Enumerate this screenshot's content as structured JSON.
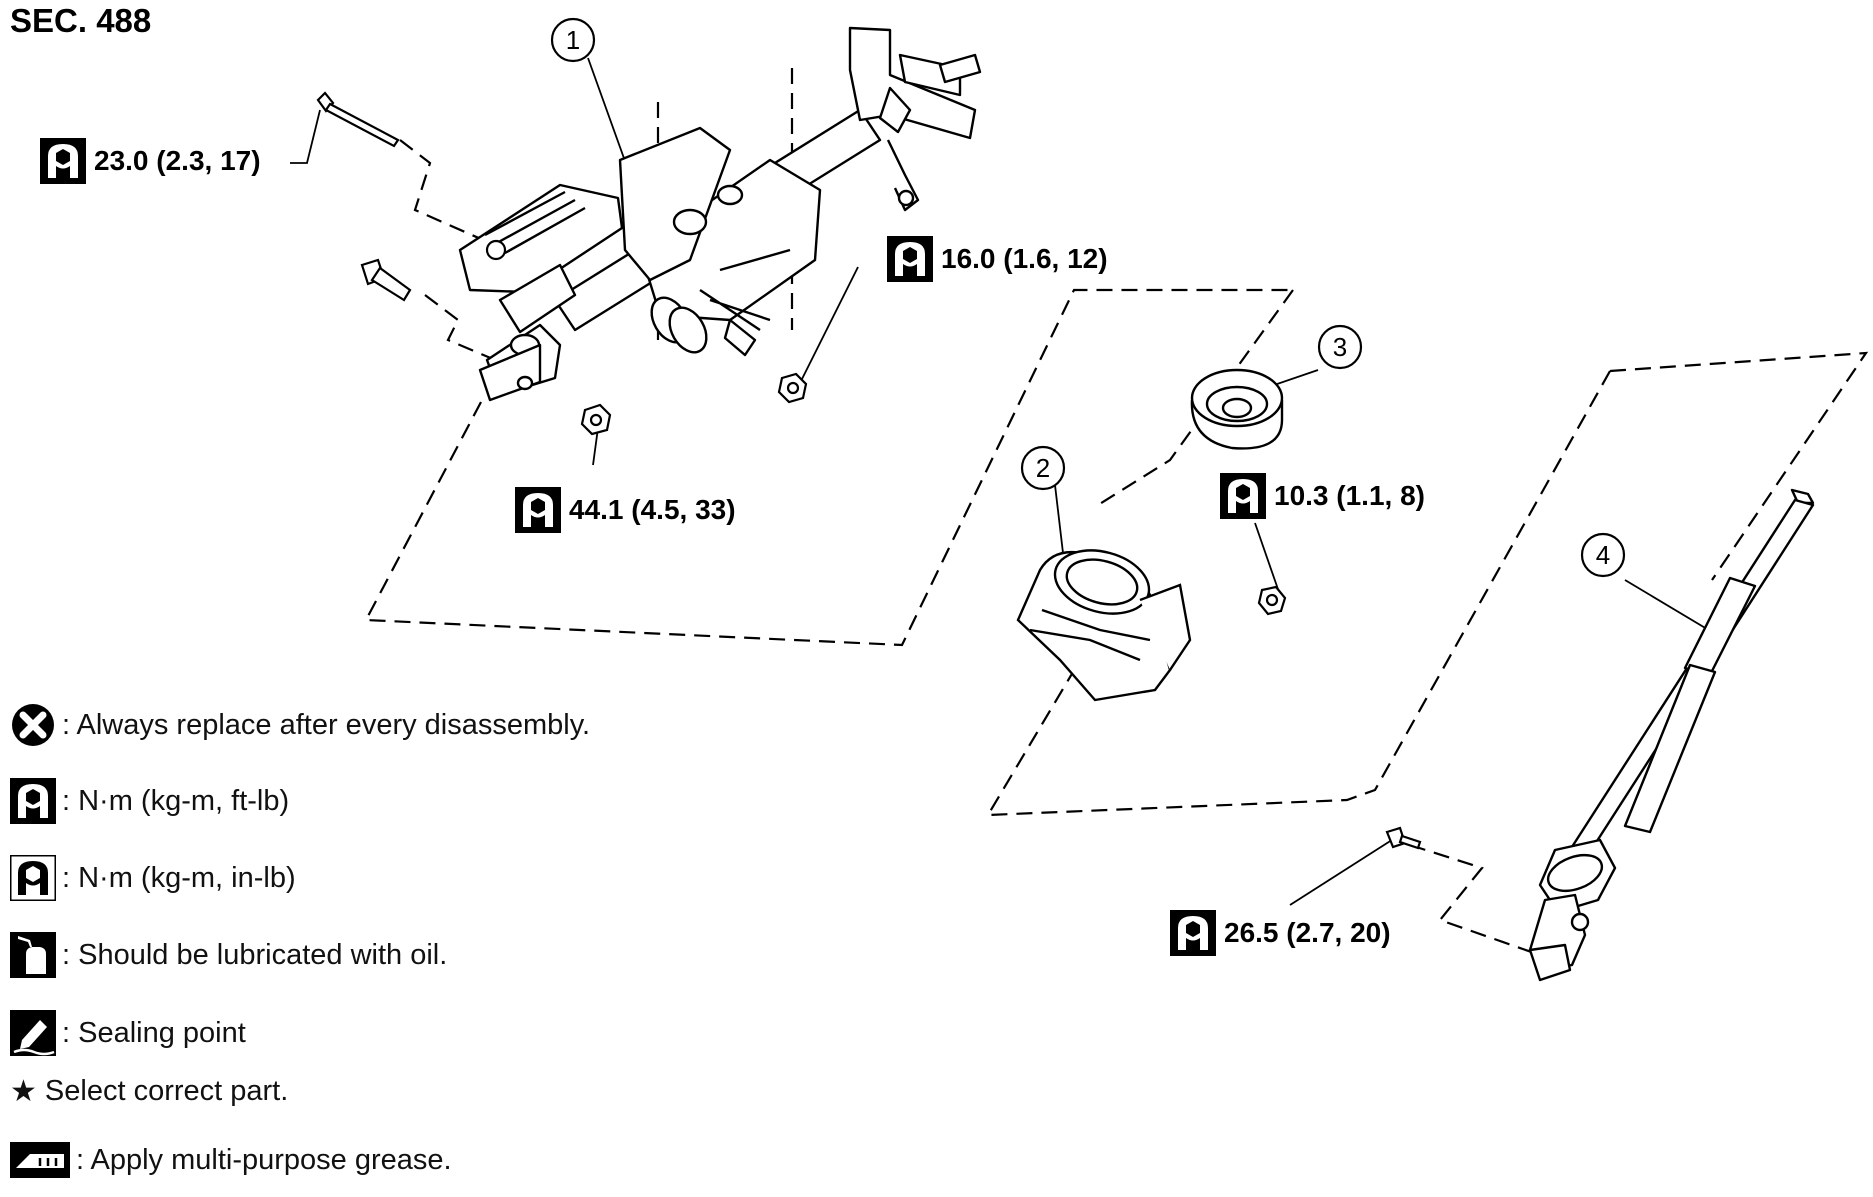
{
  "section_title": "SEC. 488",
  "callouts": [
    "1",
    "2",
    "3",
    "4"
  ],
  "torque_specs": [
    {
      "value": "23.0 (2.3, 17)"
    },
    {
      "value": "16.0 (1.6, 12)"
    },
    {
      "value": "44.1 (4.5, 33)"
    },
    {
      "value": "10.3 (1.1, 8)"
    },
    {
      "value": "26.5 (2.7, 20)"
    }
  ],
  "legend": [
    {
      "icon": "always-replace-icon",
      "text": ": Always replace after every disassembly."
    },
    {
      "icon": "torque-ftlb-icon",
      "text": ": N·m (kg-m, ft-lb)"
    },
    {
      "icon": "torque-inlb-icon",
      "text": ": N·m (kg-m, in-lb)"
    },
    {
      "icon": "oil-can-icon",
      "text": ": Should be lubricated with oil."
    },
    {
      "icon": "sealing-point-icon",
      "text": ": Sealing point"
    },
    {
      "icon": "star-icon",
      "text": "Select correct part."
    },
    {
      "icon": "grease-gun-icon",
      "text": ": Apply multi-purpose grease."
    }
  ]
}
